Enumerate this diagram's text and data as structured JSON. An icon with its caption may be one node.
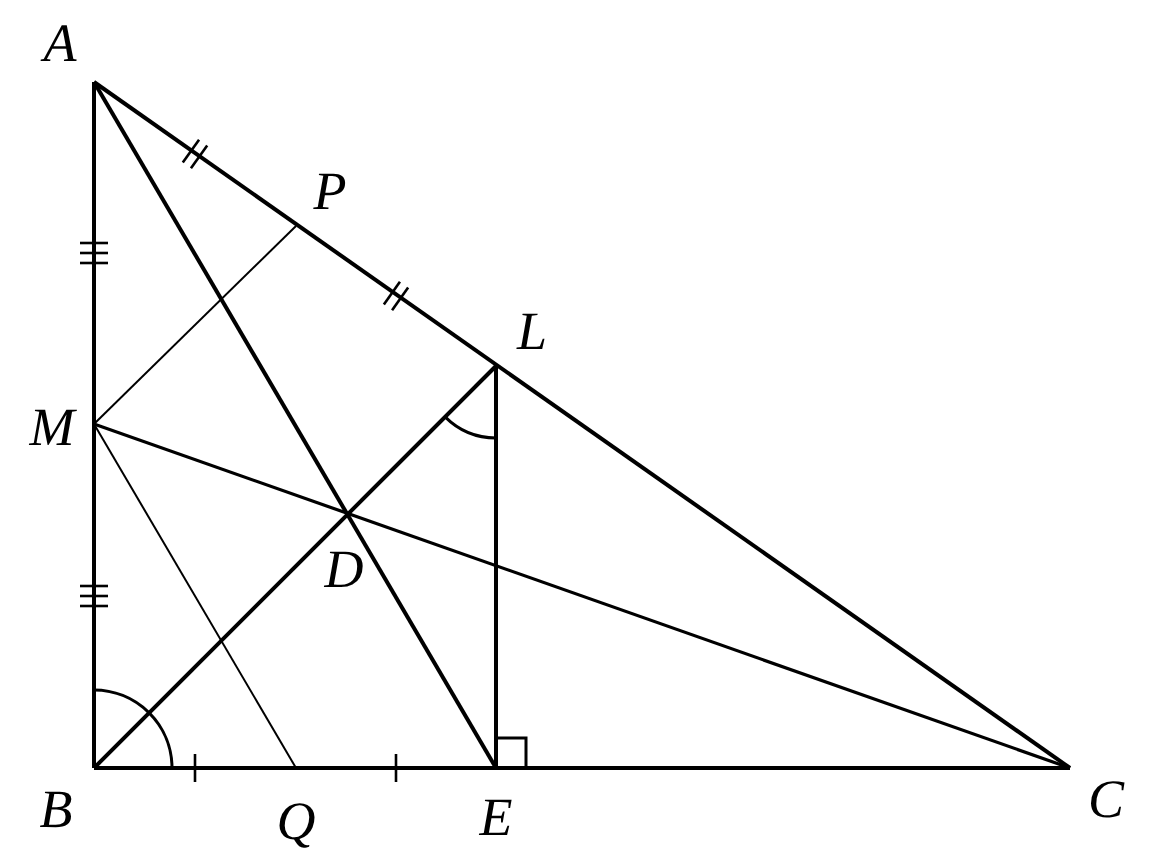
{
  "diagram": {
    "labels": [
      "A",
      "P",
      "L",
      "M",
      "D",
      "B",
      "Q",
      "E",
      "C"
    ]
  }
}
